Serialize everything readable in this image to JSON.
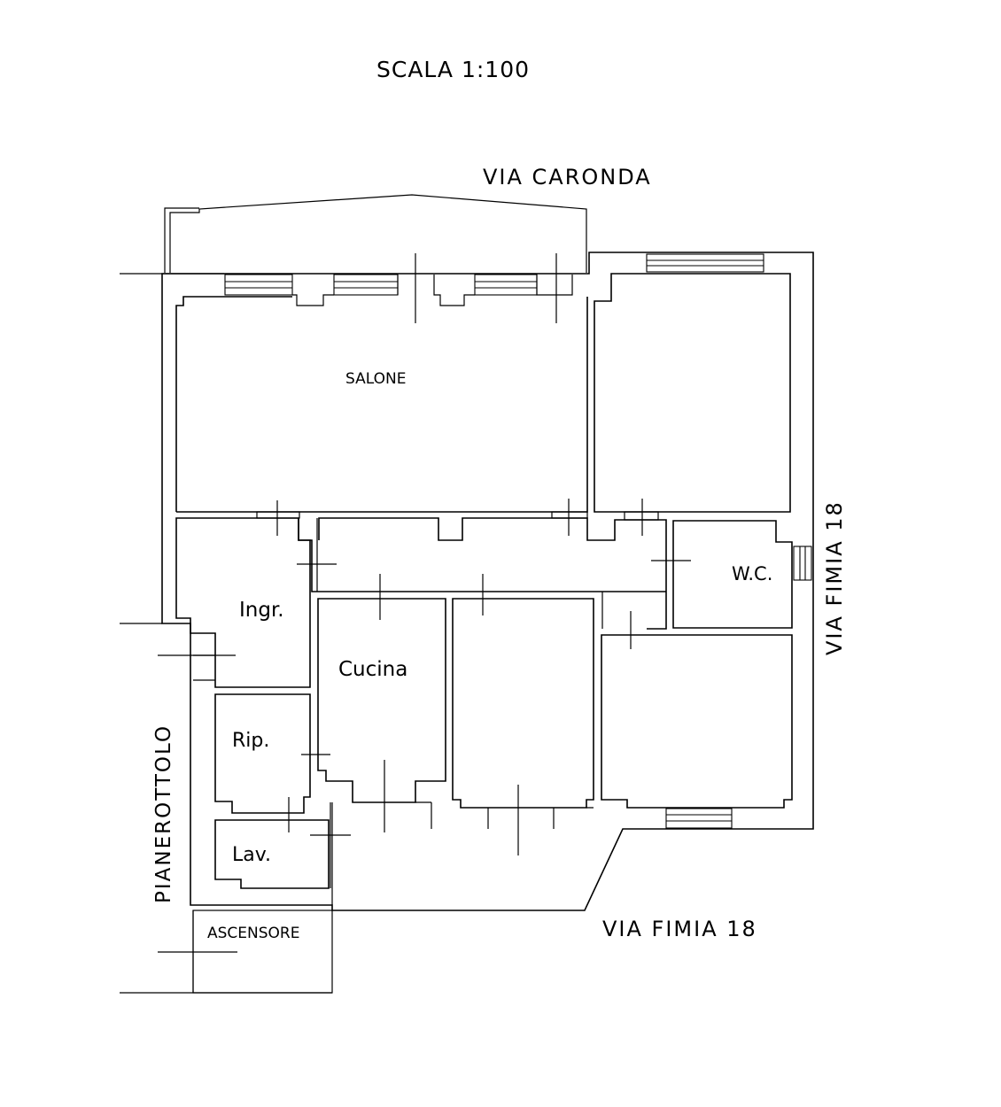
{
  "scale_label": "SCALA 1:100",
  "streets": {
    "north": "VIA CARONDA",
    "east": "VIA FIMIA 18",
    "south": "VIA FIMIA 18"
  },
  "landing_label": "PIANEROTTOLO",
  "elevator_label": "ASCENSORE",
  "rooms": {
    "salone": "SALONE",
    "ingresso": "Ingr.",
    "cucina": "Cucina",
    "ripostiglio": "Rip.",
    "lavanderia": "Lav.",
    "wc": "W.C."
  }
}
